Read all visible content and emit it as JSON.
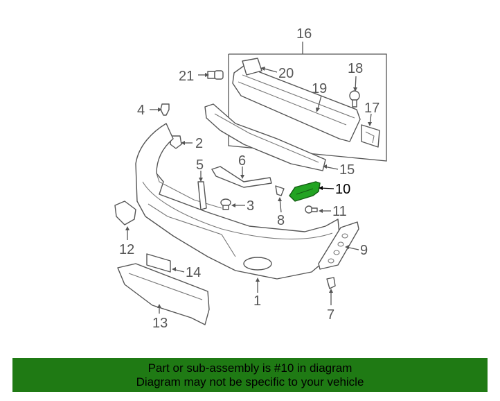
{
  "diagram": {
    "callouts": [
      "1",
      "2",
      "3",
      "4",
      "5",
      "6",
      "7",
      "8",
      "9",
      "10",
      "11",
      "12",
      "13",
      "14",
      "15",
      "16",
      "17",
      "18",
      "19",
      "20",
      "21"
    ],
    "highlight_callout": "10",
    "highlight_color": "#22a322"
  },
  "banner": {
    "line1": "Part or sub-assembly is #10 in diagram",
    "line2": "Diagram may not be specific to your vehicle",
    "background": "#1f7a14"
  }
}
